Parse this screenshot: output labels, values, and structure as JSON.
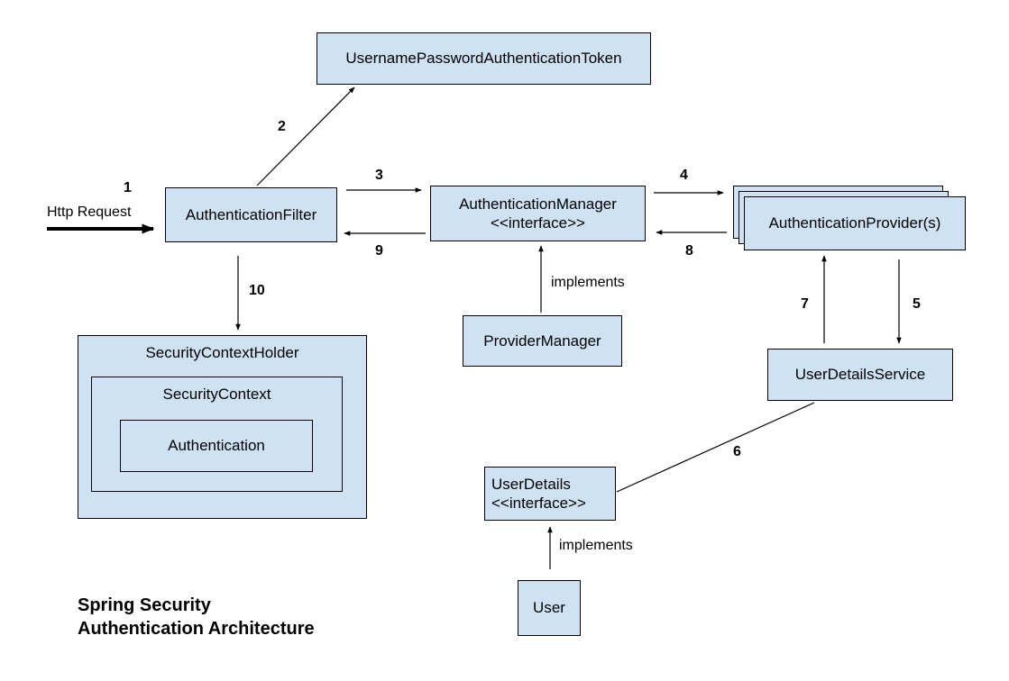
{
  "diagram": {
    "title_line1": "Spring Security",
    "title_line2": "Authentication Architecture",
    "nodes": {
      "token": "UsernamePasswordAuthenticationToken",
      "filter": "AuthenticationFilter",
      "manager_line1": "AuthenticationManager",
      "manager_line2": "<<interface>>",
      "providers": "AuthenticationProvider(s)",
      "provider_manager": "ProviderManager",
      "user_details_service": "UserDetailsService",
      "user_details_line1": "UserDetails",
      "user_details_line2": "<<interface>>",
      "user": "User",
      "context_holder": "SecurityContextHolder",
      "context": "SecurityContext",
      "authentication": "Authentication"
    },
    "edges": {
      "request_label": "Http Request",
      "step1": "1",
      "step2": "2",
      "step3": "3",
      "step4": "4",
      "step5": "5",
      "step6": "6",
      "step7": "7",
      "step8": "8",
      "step9": "9",
      "step10": "10",
      "implements_manager": "implements",
      "implements_user": "implements"
    }
  }
}
